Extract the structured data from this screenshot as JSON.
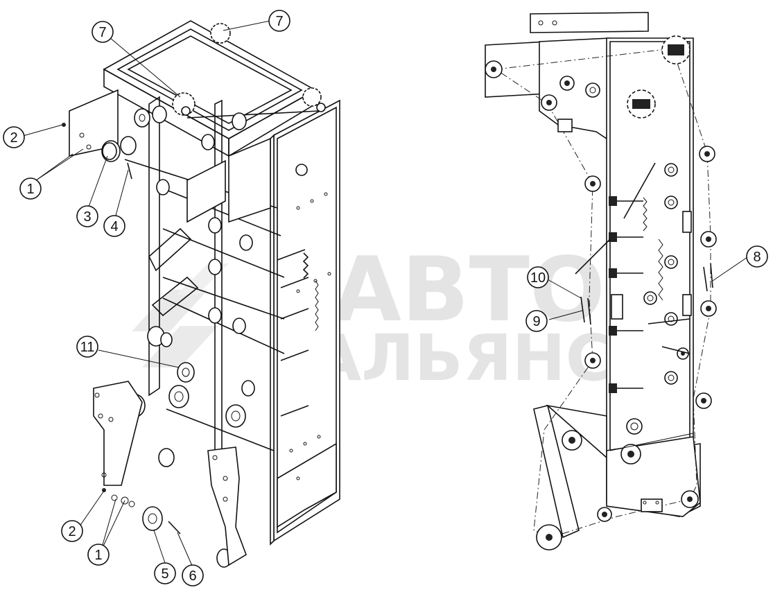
{
  "watermark": {
    "line1": "АВТО",
    "line2": "АЛЬЯНС"
  },
  "callouts": [
    {
      "id": "c1a",
      "label": "1"
    },
    {
      "id": "c1b",
      "label": "1"
    },
    {
      "id": "c2a",
      "label": "2"
    },
    {
      "id": "c2b",
      "label": "2"
    },
    {
      "id": "c3",
      "label": "3"
    },
    {
      "id": "c4",
      "label": "4"
    },
    {
      "id": "c5",
      "label": "5"
    },
    {
      "id": "c6",
      "label": "6"
    },
    {
      "id": "c7a",
      "label": "7"
    },
    {
      "id": "c7b",
      "label": "7"
    },
    {
      "id": "c8",
      "label": "8"
    },
    {
      "id": "c9",
      "label": "9"
    },
    {
      "id": "c10",
      "label": "10"
    },
    {
      "id": "c11",
      "label": "11"
    }
  ]
}
